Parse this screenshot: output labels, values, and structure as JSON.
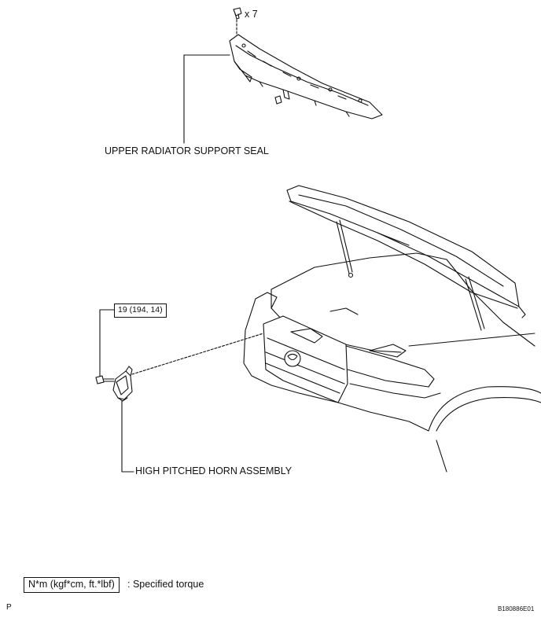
{
  "callouts": {
    "bolt_qty": "x 7",
    "upper_seal": "UPPER RADIATOR SUPPORT SEAL",
    "torque": "19 (194, 14)",
    "horn": "HIGH PITCHED HORN ASSEMBLY"
  },
  "legend": {
    "torque_unit": "N*m (kgf*cm, ft.*lbf)",
    "torque_desc": ": Specified torque"
  },
  "footer": {
    "left_code": "P",
    "figure_id": "B180886E01"
  }
}
